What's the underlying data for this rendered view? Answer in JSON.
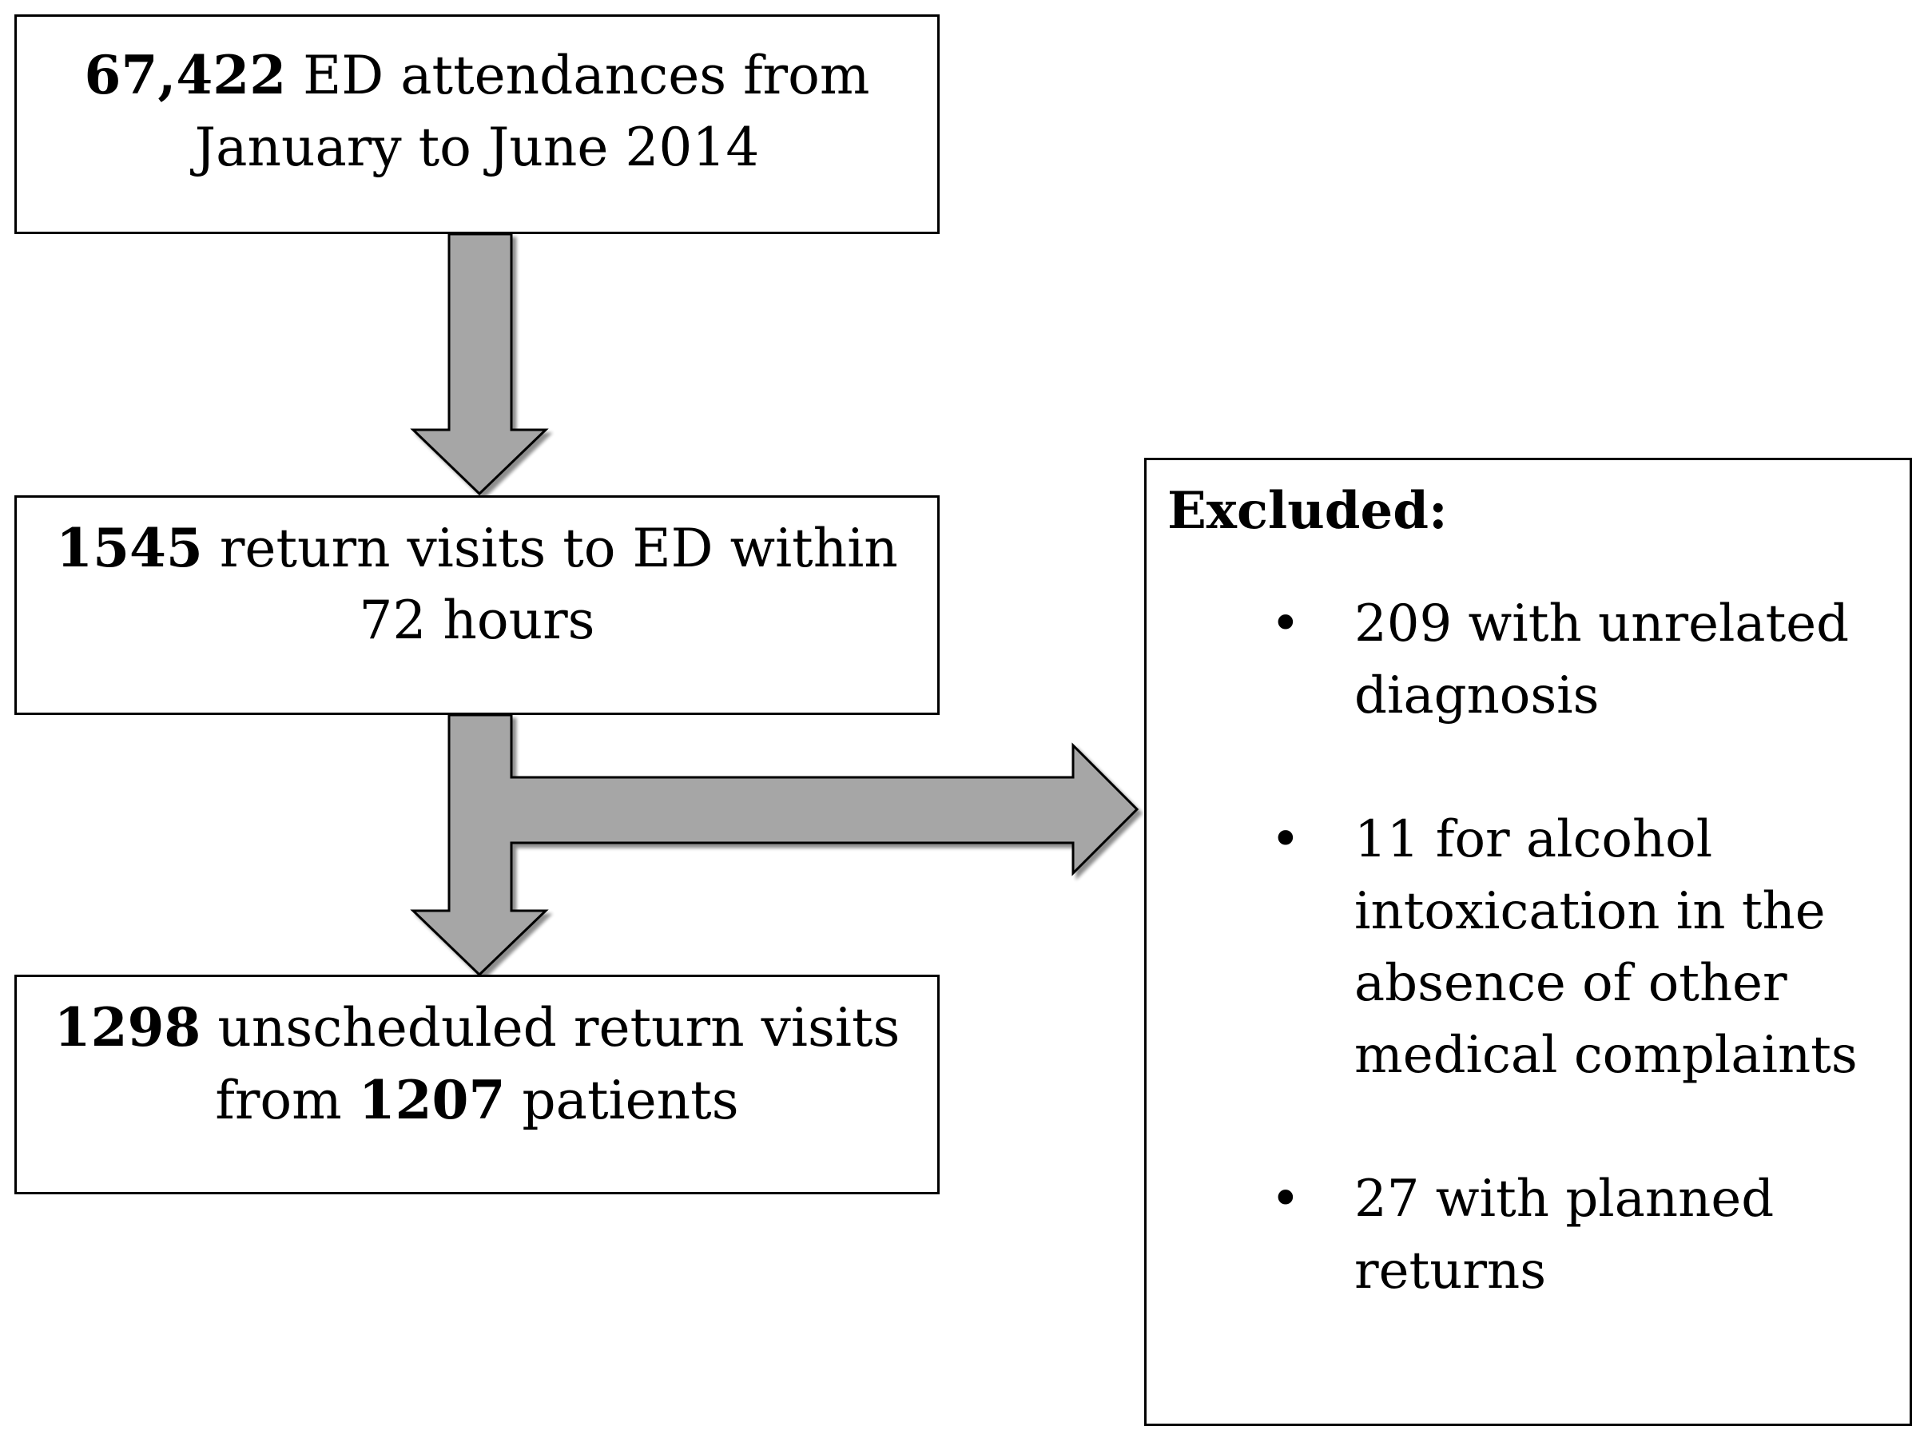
{
  "box1": {
    "bold": "67,422",
    "rest": " ED attendances from",
    "line2": "January to June 2014"
  },
  "box2": {
    "bold": "1545",
    "rest": " return visits to ED within",
    "line2": "72 hours"
  },
  "box3": {
    "bold": "1298",
    "rest": " unscheduled return visits",
    "line2_pre": "from ",
    "line2_bold": "1207",
    "line2_post": " patients"
  },
  "excluded": {
    "title": "Excluded:",
    "bullet_glyph": "•",
    "items": [
      {
        "lines": [
          "209 with unrelated",
          "diagnosis"
        ]
      },
      {
        "lines": [
          "11 for alcohol",
          "intoxication in the",
          "absence of other",
          "medical complaints"
        ]
      },
      {
        "lines": [
          "27 with planned",
          "returns"
        ]
      }
    ]
  },
  "colors": {
    "arrow_fill": "#a6a6a6",
    "arrow_stroke": "#000000",
    "border": "#000000"
  }
}
